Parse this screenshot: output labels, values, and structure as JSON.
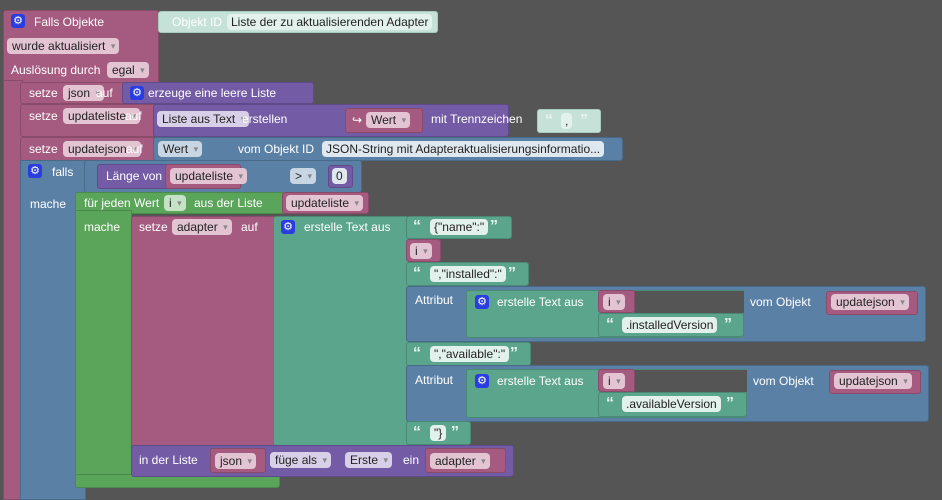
{
  "event": {
    "title": "Falls Objekte",
    "objekt_id_label": "Objekt ID",
    "objekt_id_value": "Liste der zu aktualisierenden Adapter",
    "trigger": "wurde aktualisiert",
    "ausloesung_label": "Auslösung durch",
    "ausloesung_value": "egal"
  },
  "set_json": {
    "setze": "setze",
    "var": "json",
    "auf": "auf",
    "value": "erzeuge eine leere Liste"
  },
  "set_updateliste": {
    "setze": "setze",
    "var": "updateliste",
    "auf": "auf",
    "mode": "Liste aus Text",
    "erstellen": "erstellen",
    "wert": "Wert",
    "trenn_label": "mit Trennzeichen",
    "trenn_value": ","
  },
  "set_updatejson": {
    "setze": "setze",
    "var": "updatejson",
    "auf": "auf",
    "wert": "Wert",
    "vom": "vom Objekt ID",
    "objekt": "JSON-String mit Adapteraktualisierungsinformatio..."
  },
  "if_block": {
    "falls": "falls",
    "mache": "mache",
    "laenge": "Länge von",
    "var": "updateliste",
    "op": ">",
    "num": "0"
  },
  "loop": {
    "label": "für jeden Wert",
    "var": "i",
    "aus": "aus der Liste",
    "list": "updateliste",
    "mache": "mache"
  },
  "set_adapter": {
    "setze": "setze",
    "var": "adapter",
    "auf": "auf",
    "join": "erstelle Text aus",
    "t1": "{\"name\":\"",
    "i": "i",
    "t2": "\",\"installed\":\"",
    "attr1": {
      "label": "Attribut",
      "join": "erstelle Text aus",
      "i": "i",
      "text": ".installedVersion",
      "vom": "vom Objekt",
      "obj": "updatejson"
    },
    "t3": "\",\"available\":\"",
    "attr2": {
      "label": "Attribut",
      "join": "erstelle Text aus",
      "i": "i",
      "text": ".availableVersion",
      "vom": "vom Objekt",
      "obj": "updatejson"
    },
    "t4": "\"}"
  },
  "insert": {
    "label": "in der Liste",
    "list": "json",
    "mode": "füge als",
    "pos": "Erste",
    "ein": "ein",
    "item": "adapter"
  },
  "quotes": {
    "open": "“",
    "close": "”"
  }
}
